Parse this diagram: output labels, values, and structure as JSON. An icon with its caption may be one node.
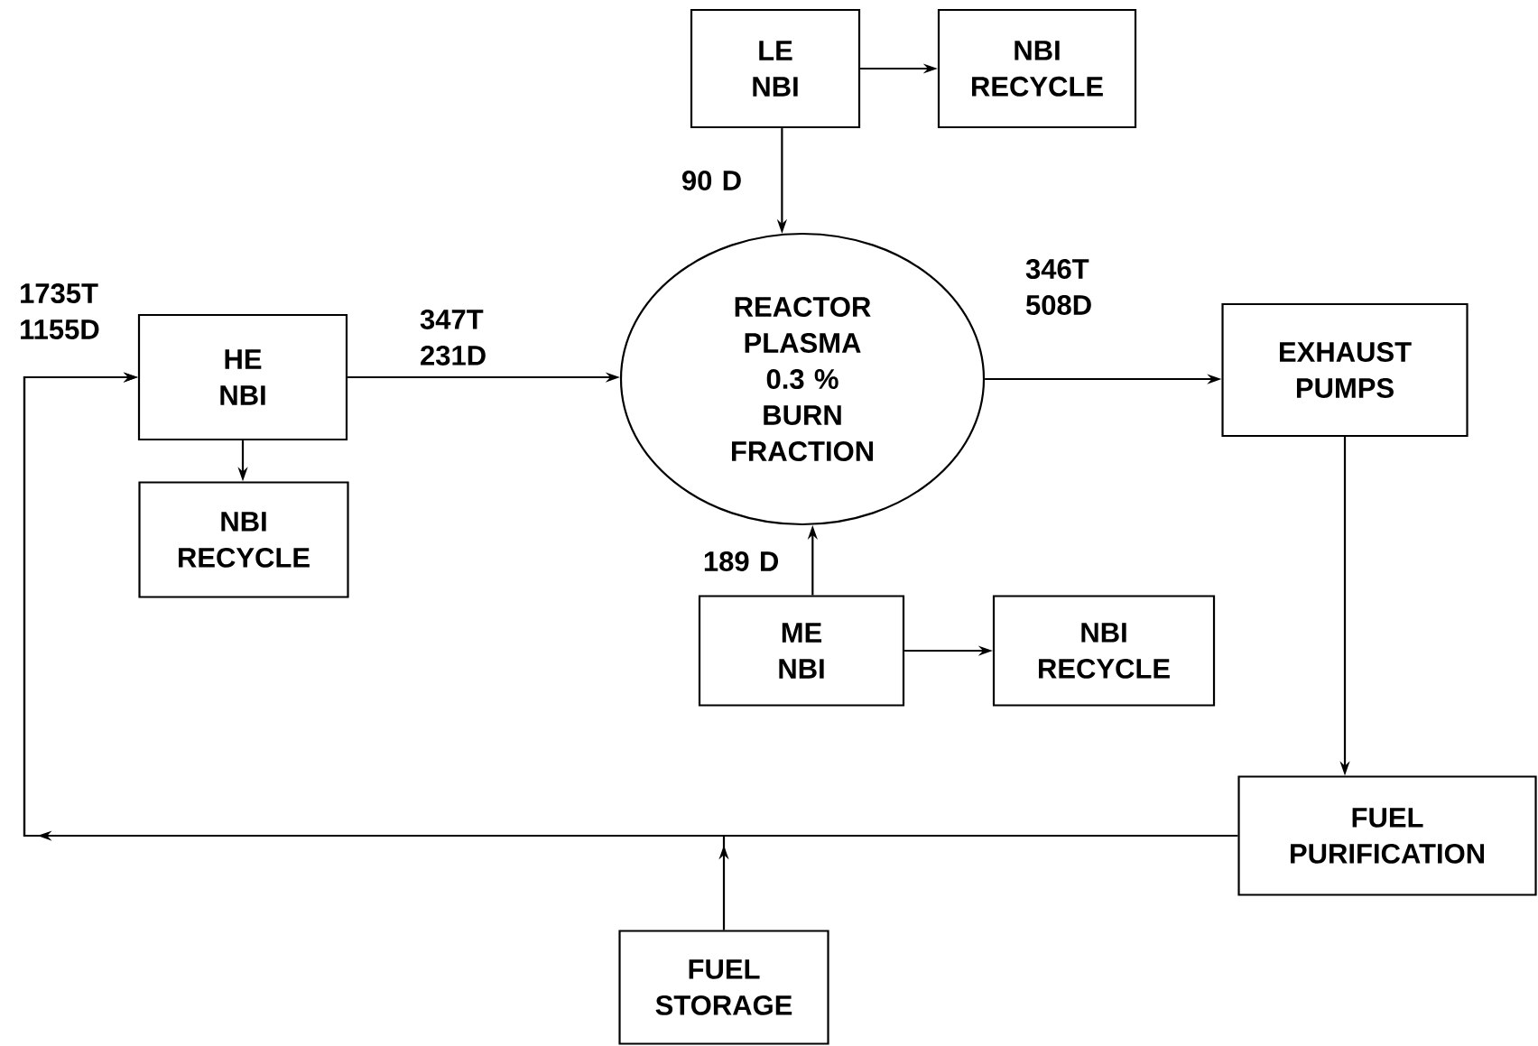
{
  "diagram": {
    "nodes": [
      {
        "text": [
          "LE NBI"
        ]
      },
      {
        "text": [
          "NBI RECYCLE"
        ]
      },
      {
        "text": [
          "HE NBI"
        ]
      },
      {
        "text": [
          "NBI RECYCLE"
        ]
      },
      {
        "text": [
          "REACTOR PLASMA",
          "0.3 %",
          "BURN FRACTION"
        ]
      },
      {
        "text": [
          "EXHAUST PUMPS"
        ]
      },
      {
        "text": [
          "ME NBI"
        ]
      },
      {
        "text": [
          "NBI RECYCLE"
        ]
      },
      {
        "text": [
          "FUEL PURIFICATION"
        ]
      },
      {
        "text": [
          "FUEL STORAGE"
        ]
      }
    ],
    "edges": [
      {
        "from": 0,
        "to": 1,
        "arrow": "to"
      },
      {
        "from": 0,
        "to": 4,
        "arrow": "to"
      },
      {
        "from": 2,
        "to": 3,
        "arrow": "to"
      },
      {
        "from": 2,
        "to": 4,
        "arrow": "to"
      },
      {
        "from": 4,
        "to": 5,
        "arrow": "to"
      },
      {
        "from": 6,
        "to": 4,
        "arrow": "to"
      },
      {
        "from": 6,
        "to": 7,
        "arrow": "to"
      },
      {
        "from": 5,
        "to": 8,
        "arrow": "to"
      },
      {
        "from": 8,
        "to": 2,
        "arrow": "to"
      },
      {
        "from": 9,
        "to": 2,
        "arrow": "to"
      }
    ],
    "labels": [
      "90 D",
      "1735T 1155D",
      "347T 231D",
      "346T 508D",
      "189 D"
    ]
  }
}
